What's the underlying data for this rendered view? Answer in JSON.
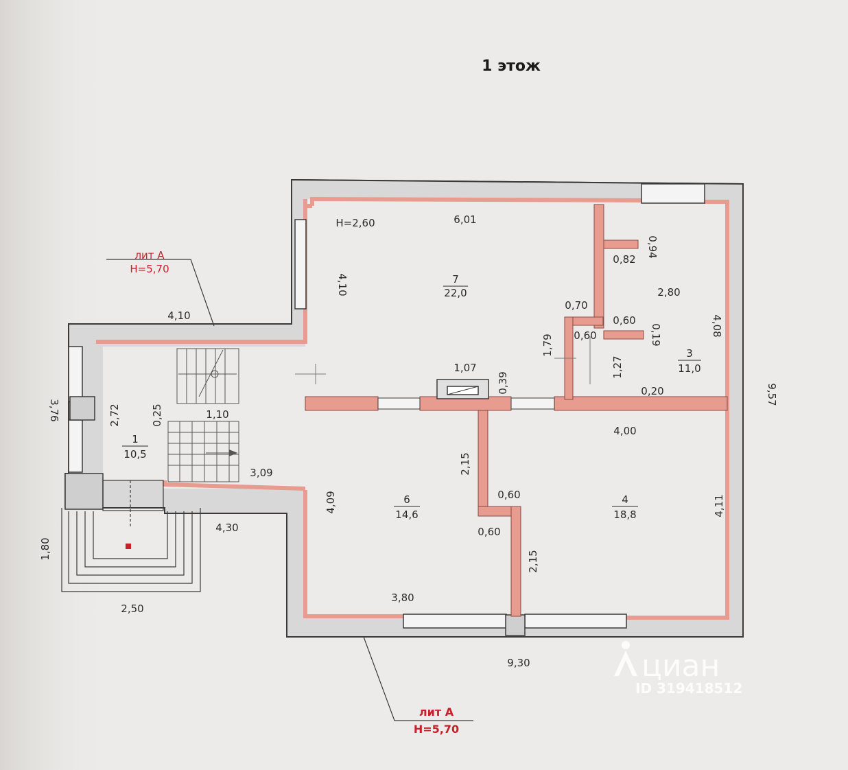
{
  "title": "1 этож",
  "lit_top": {
    "line1": "лит А",
    "line2": "H=5,70"
  },
  "lit_bottom": {
    "line1": "лит А",
    "line2": "H=5,70"
  },
  "ceiling_height": "H=2,60",
  "rooms": {
    "r1": {
      "number": "1",
      "area": "10,5"
    },
    "r3": {
      "number": "3",
      "area": "11,0"
    },
    "r4": {
      "number": "4",
      "area": "18,8"
    },
    "r6": {
      "number": "6",
      "area": "14,6"
    },
    "r7": {
      "number": "7",
      "area": "22,0"
    }
  },
  "dims": {
    "top_601": "6,01",
    "left_410": "4,10",
    "d094": "0,94",
    "d082": "0,82",
    "d280": "2,80",
    "d070": "0,70",
    "d060a": "0,60",
    "d060b": "0,60",
    "d019": "0,19",
    "d408": "4,08",
    "d179": "1,79",
    "d107": "1,07",
    "d039": "0,39",
    "d127": "1,27",
    "d020": "0,20",
    "d957": "9,57",
    "d410b": "4,10",
    "d376": "3,76",
    "d272": "2,72",
    "d025": "0,25",
    "d110": "1,10",
    "d400": "4,00",
    "d215a": "2,15",
    "d309": "3,09",
    "d409": "4,09",
    "d060c": "0,60",
    "d060d": "0,60",
    "d411": "4,11",
    "d430": "4,30",
    "d215b": "2,15",
    "d180": "1,80",
    "d380": "3,80",
    "d250": "2,50",
    "d930": "9,30"
  },
  "watermark": {
    "brand": "циан",
    "id": "ID 319418512"
  },
  "colors": {
    "wall": "#e89b8f",
    "outline": "#3a3a3a",
    "lit": "#c8202a",
    "paper": "#ecebe9"
  }
}
